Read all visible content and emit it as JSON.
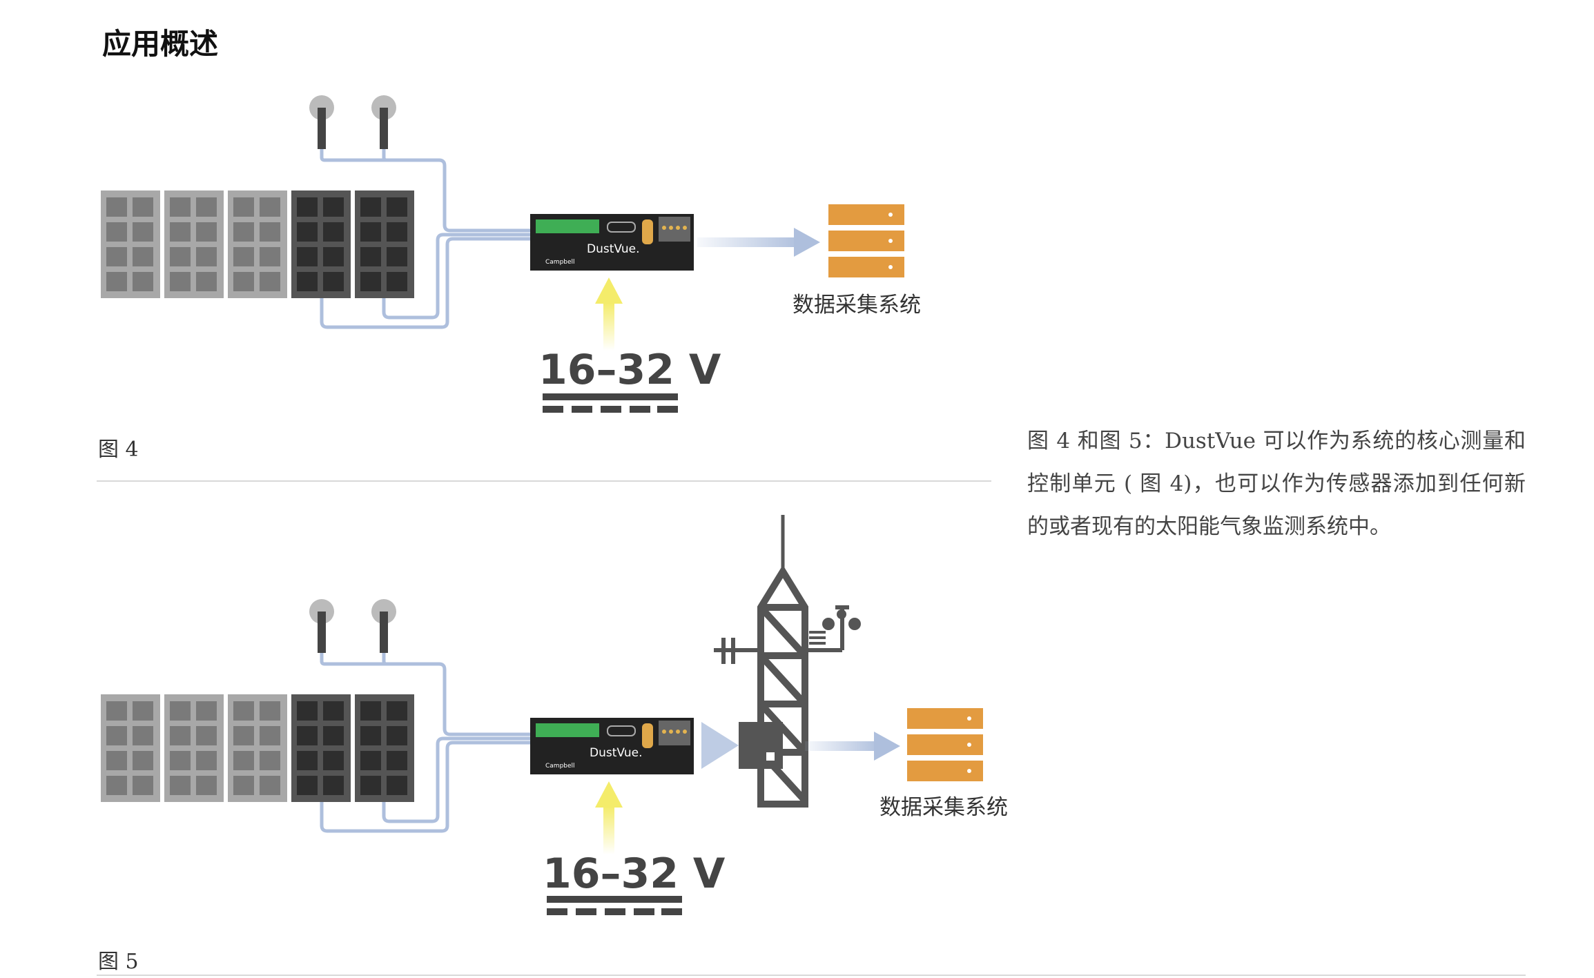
{
  "section_title": "应用概述",
  "fig4": {
    "caption": "图 4",
    "das_label": "数据采集系统",
    "voltage": "16–32 V",
    "device_brand": "DustVue.",
    "device_maker": "Campbell"
  },
  "fig5": {
    "caption": "图 5",
    "das_label": "数据采集系统",
    "voltage": "16–32 V",
    "device_brand": "DustVue.",
    "device_maker": "Campbell"
  },
  "description": "图 4 和图 5：DustVue 可以作为系统的核心测量和控制单元 ( 图 4)，也可以作为传感器添加到任何新的或者现有的太阳能气象监测系统中。",
  "colors": {
    "panel_light": "#7a7a7a",
    "panel_dark": "#2e2e2e",
    "cable": "#aebfdd",
    "server": "#e39b40",
    "power_arrow": "#f4ec6a",
    "device": "#222222",
    "tower": "#555555"
  }
}
